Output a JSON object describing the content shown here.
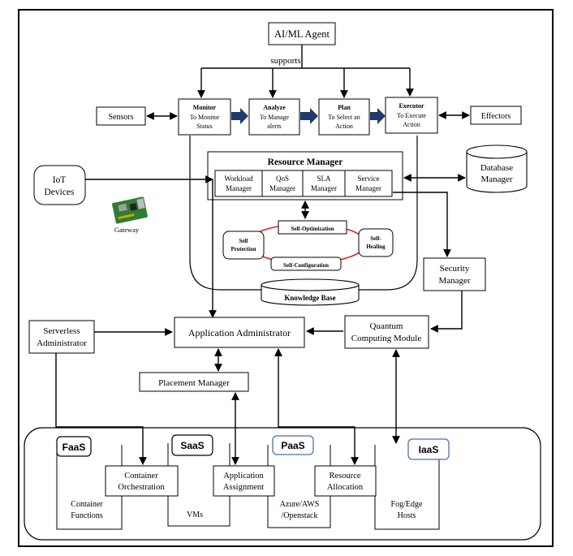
{
  "agent": {
    "label": "AI/ML Agent",
    "supports_label": "supports"
  },
  "mape": {
    "monitor": {
      "title": "Monitor",
      "line1": "To Monitor",
      "line2": "Status"
    },
    "analyze": {
      "title": "Analyze",
      "line1": "To Manage",
      "line2": "alerts"
    },
    "plan": {
      "title": "Plan",
      "line1": "To Select an",
      "line2": "Action"
    },
    "executor": {
      "title": "Executor",
      "line1": "To Execute",
      "line2": "Action"
    }
  },
  "sensors": "Sensors",
  "effectors": "Effectors",
  "iot": {
    "line1": "IoT",
    "line2": "Devices"
  },
  "gateway": "Gateway",
  "database": {
    "line1": "Database",
    "line2": "Manager"
  },
  "resource_manager": {
    "title": "Resource Manager",
    "sub": [
      {
        "line1": "Workload",
        "line2": "Manager"
      },
      {
        "line1": "QoS",
        "line2": "Manager"
      },
      {
        "line1": "SLA",
        "line2": "Manager"
      },
      {
        "line1": "Service",
        "line2": "Manager"
      }
    ]
  },
  "self_props": {
    "optimization": "Self-Optimization",
    "healing_1": "Self-",
    "healing_2": "Healing",
    "protection_1": "Self",
    "protection_2": "Protection",
    "configuration": "Self-Configuration"
  },
  "knowledge_base": "Knowledge Base",
  "security": {
    "line1": "Security",
    "line2": "Manager"
  },
  "serverless": {
    "line1": "Serverless",
    "line2": "Administrator"
  },
  "app_admin": "Application Administrator",
  "quantum": {
    "line1": "Quantum",
    "line2": "Computing Module"
  },
  "placement": "Placement Manager",
  "service_models": {
    "faas": {
      "tab": "FaaS",
      "line1": "Container",
      "line2": "Functions"
    },
    "saas": {
      "tab": "SaaS",
      "line1": "VMs"
    },
    "paas": {
      "tab": "PaaS",
      "line1": "Azure/AWS",
      "line2": "/Openstack"
    },
    "iaas": {
      "tab": "IaaS",
      "line1": "Fog/Edge",
      "line2": "Hosts"
    }
  },
  "middle_boxes": {
    "container_orch": {
      "line1": "Container",
      "line2": "Orchestration"
    },
    "app_assign": {
      "line1": "Application",
      "line2": "Assignment"
    },
    "resource_alloc": {
      "line1": "Resource",
      "line2": "Allocation"
    }
  },
  "colors": {
    "flow_arrow": "#1f3c68",
    "ring": "#e02020",
    "paas_border": "#4a72a8",
    "iaas_border": "#4a72a8",
    "board": "#2e7d32"
  }
}
